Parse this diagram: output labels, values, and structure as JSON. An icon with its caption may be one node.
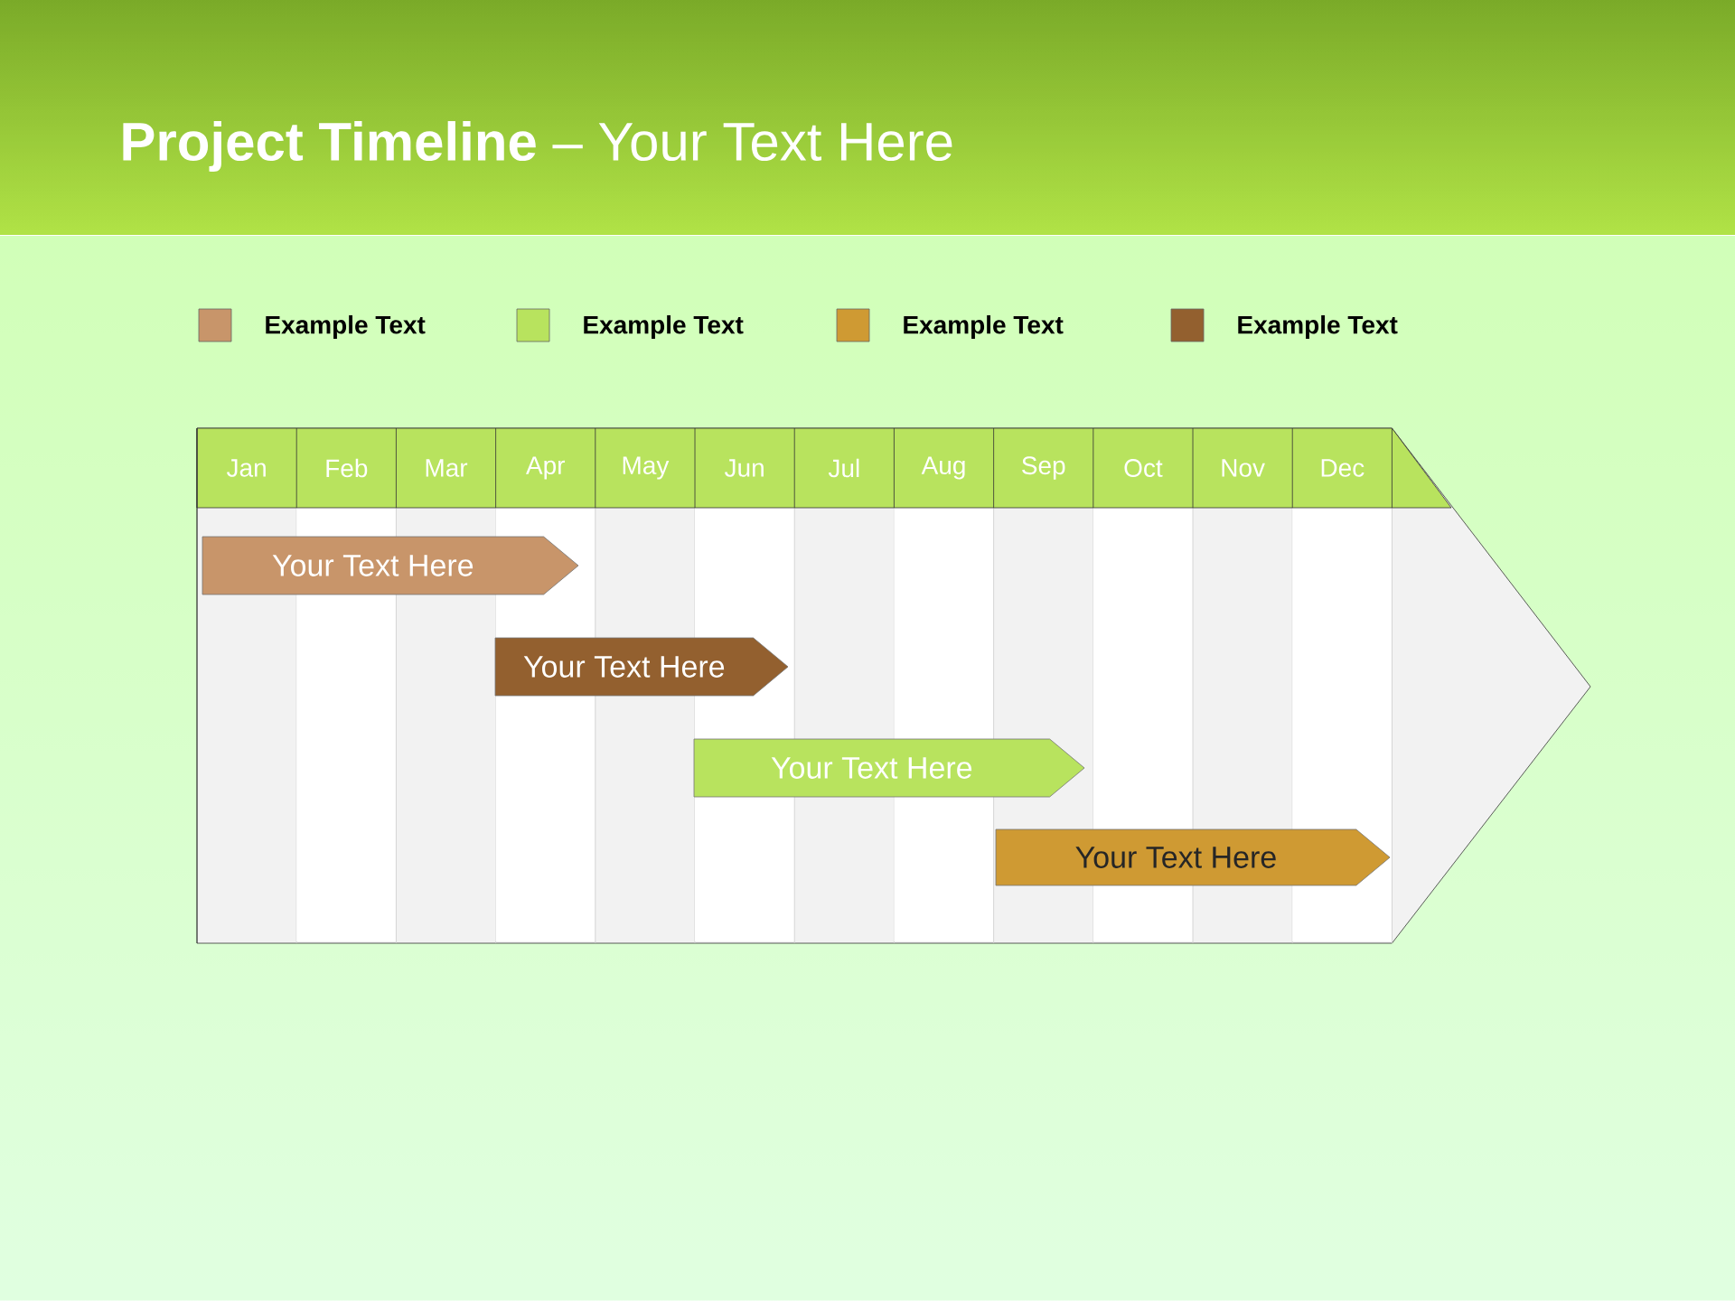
{
  "diagram": {
    "title": "**Project Timeline** – Your Text Here",
    "nodes": [
      {
        "text": [
          "Your  Text Here"
        ]
      },
      {
        "text": [
          "Your  Text Here"
        ]
      },
      {
        "text": [
          "Your  Text Here"
        ]
      },
      {
        "text": [
          "Your  Text Here"
        ]
      }
    ],
    "edges": [],
    "labels": [
      "Jan",
      "Feb",
      "Mar",
      "Apr",
      "May",
      "Jun",
      "Jul",
      "Aug",
      "Sep",
      "Oct",
      "Nov",
      "Dec"
    ],
    "legend": [
      {
        "text": "Example Text",
        "color": "#c8956a"
      },
      {
        "text": "Example Text",
        "color": "#b8e35e"
      },
      {
        "text": "Example Text",
        "color": "#cf9a33"
      },
      {
        "text": "Example Text",
        "color": "#93602f"
      }
    ]
  }
}
